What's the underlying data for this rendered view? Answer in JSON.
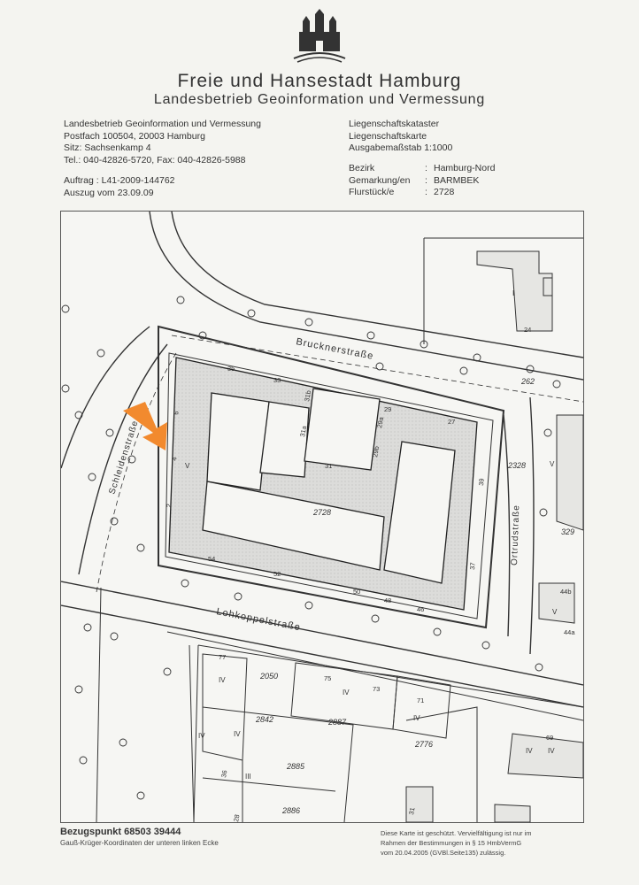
{
  "header": {
    "title": "Freie und Hansestadt Hamburg",
    "subtitle": "Landesbetrieb Geoinformation und Vermessung",
    "address_lines": [
      "Landesbetrieb Geoinformation und Vermessung",
      "Postfach 100504, 20003 Hamburg",
      "Sitz: Sachsenkamp 4",
      "Tel.: 040-42826-5720, Fax: 040-42826-5988"
    ],
    "order_lines": [
      "Auftrag : L41-2009-144762",
      "Auszug vom 23.09.09"
    ],
    "document_lines": [
      "Liegenschaftskataster",
      "Liegenschaftskarte",
      "Ausgabemaßstab 1:1000"
    ],
    "fields": [
      {
        "key": "Bezirk",
        "value": "Hamburg-Nord"
      },
      {
        "key": "Gemarkung/en",
        "value": "BARMBEK"
      },
      {
        "key": "Flurstück/e",
        "value": "2728"
      }
    ]
  },
  "map": {
    "streets": {
      "brucknerstrasse": "Brucknerstraße",
      "schleidenstrasse": "Schleidenstraße",
      "lohkoppelstrasse": "Lohkoppelstraße",
      "ortrudstrasse": "Ortrudstraße"
    },
    "parcels": {
      "main": "2728",
      "p262": "262",
      "p2328": "2328",
      "p329": "329",
      "p2050": "2050",
      "p2842": "2842",
      "p2887": "2887",
      "p2776": "2776",
      "p2885": "2885",
      "p2886": "2886"
    },
    "house_numbers": {
      "n35": "35",
      "n33": "33",
      "n31b": "31b",
      "n31a": "31a",
      "n31": "31",
      "n29": "29",
      "n29a": "29a",
      "n29b": "29b",
      "n27": "27",
      "n39": "39",
      "n37": "37",
      "n54": "54",
      "n52": "52",
      "n50": "50",
      "n48": "48",
      "n46": "46",
      "n6": "6",
      "n4": "4",
      "n2": "2",
      "n24": "24",
      "n44b": "44b",
      "n44a": "44a",
      "n77": "77",
      "n75": "75",
      "n73": "73",
      "n71": "71",
      "n69": "69",
      "n36": "36",
      "n28": "28",
      "n31s": "31"
    },
    "storeys": {
      "s_main": "V",
      "s_right": "V",
      "s_right2": "V",
      "s_top": "I",
      "s_a": "IV",
      "s_b": "IV",
      "s_c": "IV",
      "s_d": "IV",
      "s_e": "IV",
      "s_f": "III",
      "s_g": "IV",
      "s_h": "IV"
    },
    "highlight_color": "#f28a2e"
  },
  "footer": {
    "reference": "Bezugspunkt 68503 39444",
    "reference_note": "Gauß-Krüger-Koordinaten der unteren linken Ecke",
    "copyright_lines": [
      "Diese Karte ist geschützt. Vervielfältigung ist nur im",
      "Rahmen der Bestimmungen in § 15 HmbVermG",
      "vom 20.04.2005 (GVBl.Seite135) zulässig."
    ]
  }
}
